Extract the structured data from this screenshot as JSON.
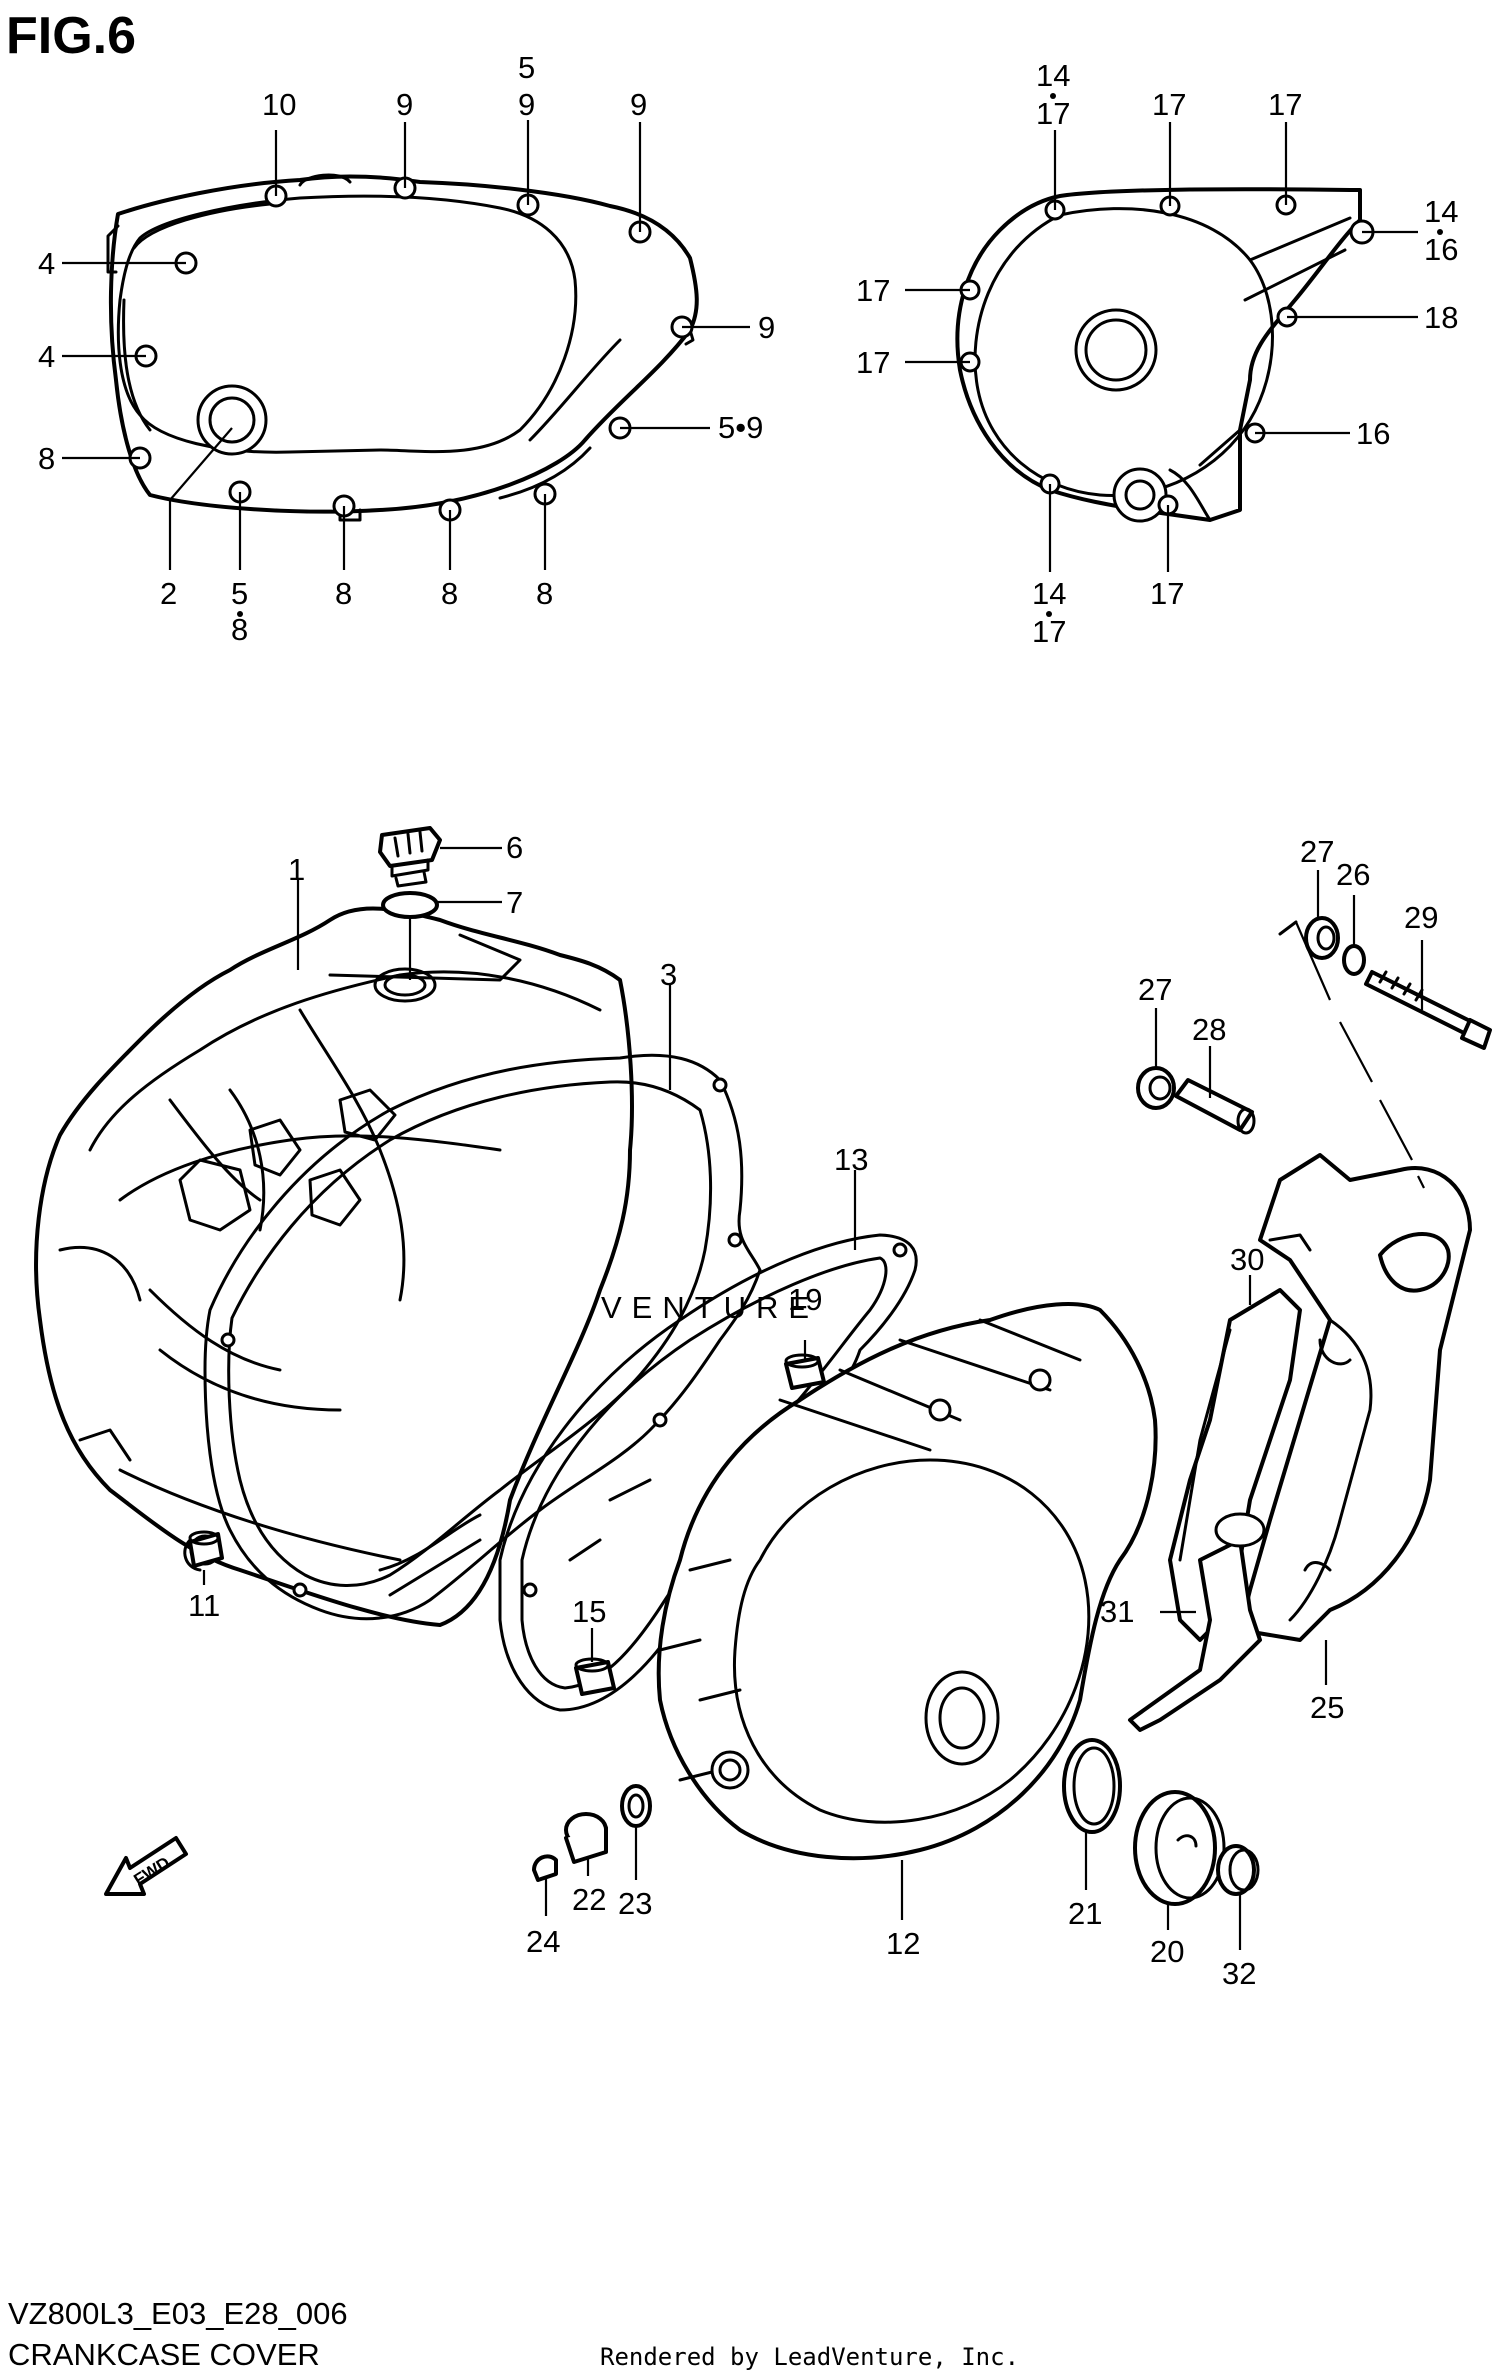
{
  "figure": {
    "title": "FIG.6",
    "code": "VZ800L3_E03_E28_006",
    "subtitle": "CRANKCASE COVER",
    "credit": "Rendered by LeadVenture, Inc.",
    "watermark": "LEADVENTURE"
  },
  "callouts": {
    "left_cover": [
      "10",
      "9",
      "5",
      "9",
      "9",
      "4",
      "4",
      "9",
      "5•9",
      "8",
      "2",
      "5",
      "8",
      "8",
      "8",
      "8"
    ],
    "right_cover": [
      "14",
      "17",
      "17",
      "17",
      "14",
      "16",
      "17",
      "18",
      "17",
      "16",
      "14",
      "17",
      "17"
    ],
    "exploded": [
      "1",
      "6",
      "7",
      "3",
      "13",
      "19",
      "11",
      "15",
      "27",
      "26",
      "29",
      "27",
      "28",
      "30",
      "31",
      "25",
      "12",
      "21",
      "20",
      "32",
      "24",
      "22",
      "23"
    ],
    "fwd_label": "FWD"
  }
}
